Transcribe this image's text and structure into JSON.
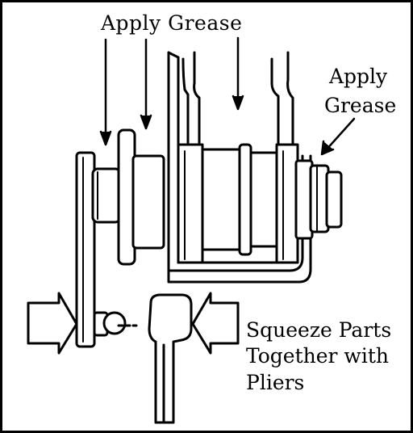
{
  "labels": {
    "apply_grease_top": "Apply Grease",
    "apply_grease_right_line1": "Apply",
    "apply_grease_right_line2": "Grease",
    "squeeze_line1": "Squeeze Parts",
    "squeeze_line2": "Together with",
    "squeeze_line3": "Pliers"
  },
  "colors": {
    "ink": "#000000",
    "background": "#ffffff"
  }
}
